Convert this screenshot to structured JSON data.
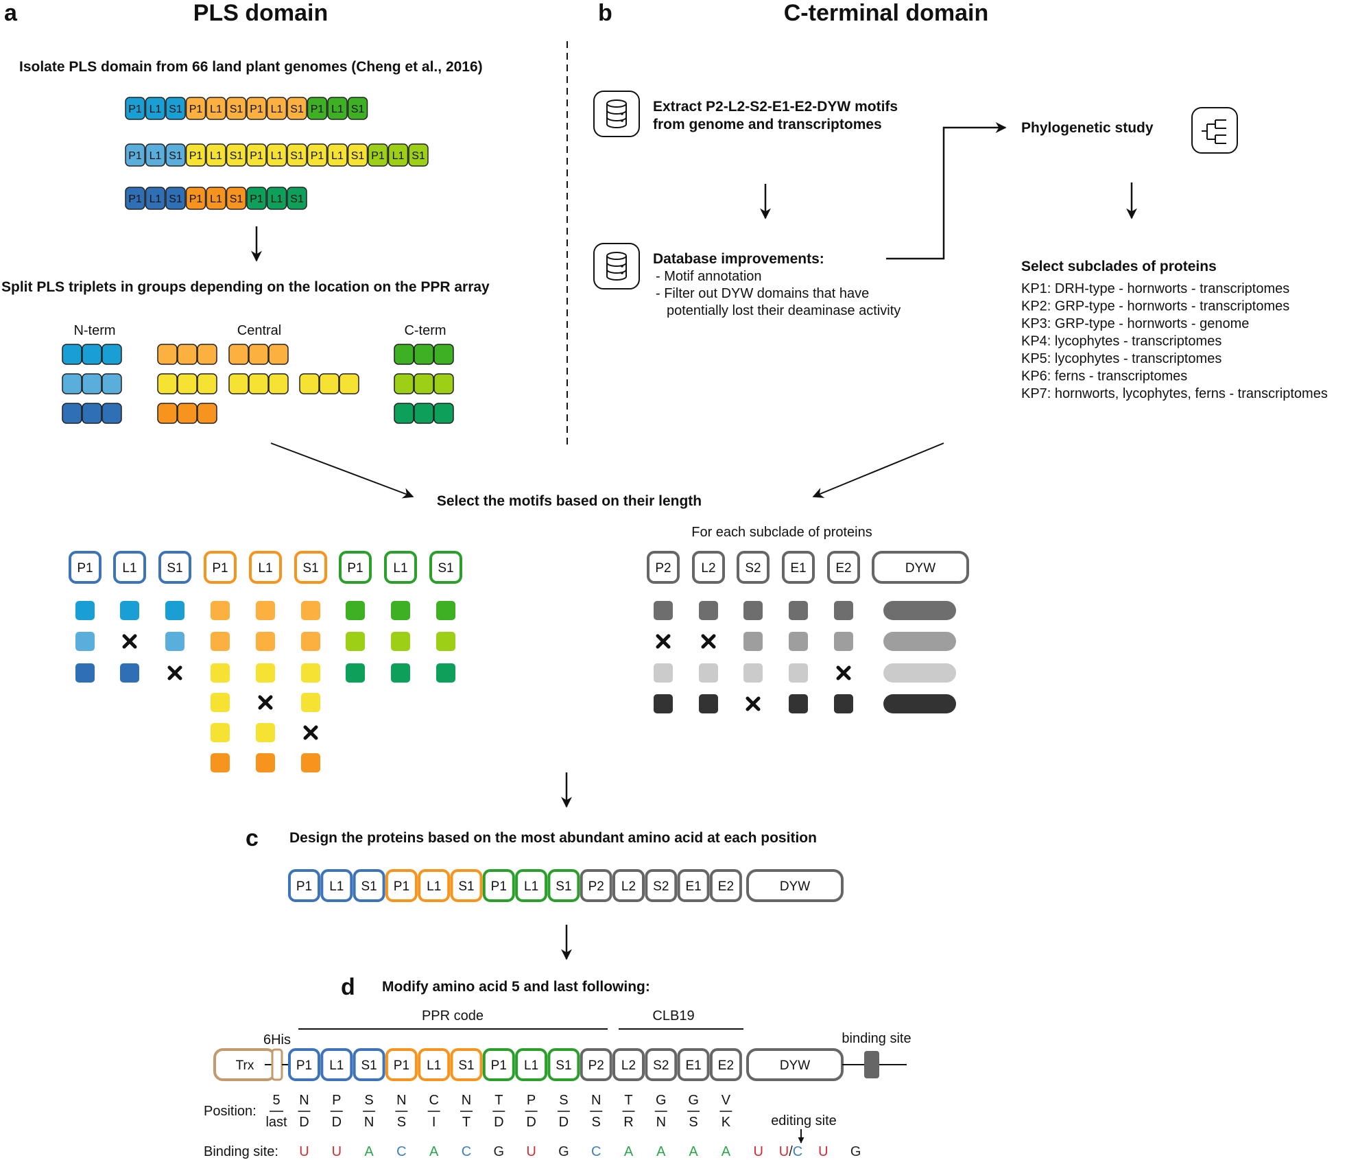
{
  "panels": {
    "a": {
      "letter": "a",
      "title": "PLS domain",
      "step1": "Isolate PLS domain from 66 land plant genomes (Cheng et al., 2016)",
      "step2": "Split PLS triplets in groups depending on the location on the PPR array",
      "groups": {
        "n_term": "N-term",
        "central": "Central",
        "c_term": "C-term"
      },
      "array_rows": [
        [
          "P1",
          "L1",
          "S1",
          "P1",
          "L1",
          "S1",
          "P1",
          "L1",
          "S1",
          "P1",
          "L1",
          "S1"
        ],
        [
          "P1",
          "L1",
          "S1",
          "P1",
          "L1",
          "S1",
          "P1",
          "L1",
          "S1",
          "P1",
          "L1",
          "S1",
          "P1",
          "L1",
          "S1"
        ],
        [
          "P1",
          "L1",
          "S1",
          "P1",
          "L1",
          "S1",
          "P1",
          "L1",
          "S1"
        ]
      ]
    },
    "b": {
      "letter": "b",
      "title": "C-terminal domain",
      "extract_line1": "Extract P2-L2-S2-E1-E2-DYW motifs",
      "extract_line2": "from genome and transcriptomes",
      "db_title": "Database improvements:",
      "db_item1": "- Motif annotation",
      "db_item2_line1": "- Filter out DYW domains that have",
      "db_item2_line2": "potentially lost their deaminase activity",
      "phylo": "Phylogenetic study",
      "subclades_title": "Select subclades of proteins",
      "subclades": [
        "KP1: DRH-type - hornworts - transcriptomes",
        "KP2: GRP-type - hornworts - transcriptomes",
        "KP3: GRP-type - hornworts - genome",
        "KP4: lycophytes - transcriptomes",
        "KP5: lycophytes - transcriptomes",
        "KP6: ferns - transcriptomes",
        "KP7: hornworts, lycophytes, ferns - transcriptomes"
      ]
    },
    "select": {
      "title": "Select the motifs based on their length",
      "subtitle": "For each subclade of proteins",
      "pls_headers": [
        "P1",
        "L1",
        "S1",
        "P1",
        "L1",
        "S1",
        "P1",
        "L1",
        "S1"
      ],
      "cterm_headers": [
        "P2",
        "L2",
        "S2",
        "E1",
        "E2",
        "DYW"
      ]
    },
    "c": {
      "letter": "c",
      "title": "Design the proteins based on the most abundant amino acid at each position",
      "boxes": [
        "P1",
        "L1",
        "S1",
        "P1",
        "L1",
        "S1",
        "P1",
        "L1",
        "S1",
        "P2",
        "L2",
        "S2",
        "E1",
        "E2",
        "DYW"
      ]
    },
    "d": {
      "letter": "d",
      "title": "Modify amino acid 5 and last following:",
      "ppr_code": "PPR code",
      "clb19": "CLB19",
      "his": "6His",
      "trx": "Trx",
      "binding_site_label": "binding site",
      "editing_site": "editing site",
      "boxes": [
        "P1",
        "L1",
        "S1",
        "P1",
        "L1",
        "S1",
        "P1",
        "L1",
        "S1",
        "P2",
        "L2",
        "S2",
        "E1",
        "E2",
        "DYW"
      ],
      "position_label": "Position:",
      "pos_top_header": "5",
      "pos_bottom_header": "last",
      "pos_top": [
        "N",
        "P",
        "S",
        "N",
        "C",
        "N",
        "T",
        "P",
        "S",
        "N",
        "T",
        "G",
        "G",
        "V"
      ],
      "pos_bottom": [
        "D",
        "D",
        "N",
        "S",
        "I",
        "T",
        "D",
        "D",
        "D",
        "S",
        "R",
        "N",
        "S",
        "K"
      ],
      "binding_label": "Binding site:",
      "binding": [
        "U",
        "U",
        "A",
        "C",
        "A",
        "C",
        "G",
        "U",
        "G",
        "C",
        "A",
        "A",
        "A",
        "A",
        "U",
        "U/C",
        "U",
        "G"
      ]
    }
  },
  "colors": {
    "blue1": "#1a9fd4",
    "blue2": "#5aaedc",
    "blue3": "#2f6fb5",
    "orange1": "#fbb040",
    "yellow": "#f5e232",
    "orange2": "#f7941d",
    "green1": "#3db023",
    "green2": "#9dcf16",
    "green3": "#0da05a",
    "blueBorder": "#3c73b9",
    "orangeBorder": "#f7941d",
    "greenBorder": "#2aa02a",
    "greyBorder": "#666666",
    "trx": "#c49a6c",
    "gray1": "#6e6e6e",
    "gray2": "#9e9e9e",
    "gray3": "#cbcbcb",
    "gray4": "#333333",
    "U": "#d7282f",
    "A": "#2aa64a",
    "C": "#3e7fc1",
    "G": "#222222"
  }
}
